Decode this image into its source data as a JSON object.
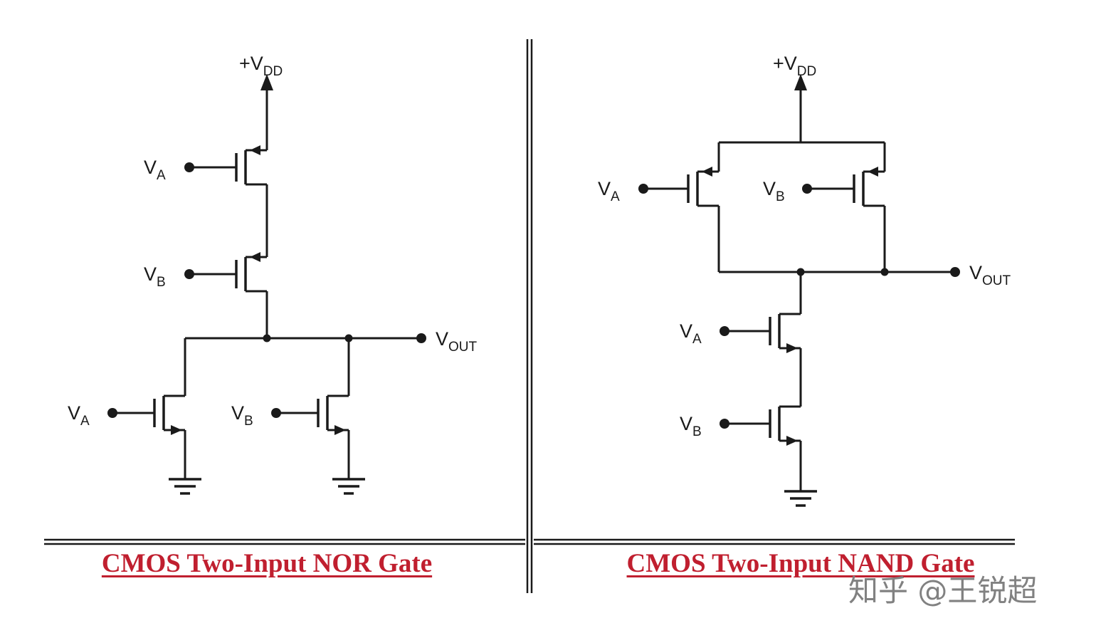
{
  "colors": {
    "wire": "#1a1a1a",
    "caption": "#c01f2f",
    "watermark": "#818181",
    "background": "#ffffff"
  },
  "left": {
    "caption": "CMOS Two-Input NOR Gate",
    "labels": {
      "supply": {
        "main": "+V",
        "sub": "DD"
      },
      "p_a": {
        "main": "V",
        "sub": "A"
      },
      "p_b": {
        "main": "V",
        "sub": "B"
      },
      "n_a": {
        "main": "V",
        "sub": "A"
      },
      "n_b": {
        "main": "V",
        "sub": "B"
      },
      "out": {
        "main": "V",
        "sub": "OUT"
      }
    }
  },
  "right": {
    "caption": "CMOS Two-Input NAND Gate",
    "labels": {
      "supply": {
        "main": "+V",
        "sub": "DD"
      },
      "p_a": {
        "main": "V",
        "sub": "A"
      },
      "p_b": {
        "main": "V",
        "sub": "B"
      },
      "n_a": {
        "main": "V",
        "sub": "A"
      },
      "n_b": {
        "main": "V",
        "sub": "B"
      },
      "out": {
        "main": "V",
        "sub": "OUT"
      }
    }
  },
  "watermark": {
    "text": "知乎 @王锐超"
  }
}
